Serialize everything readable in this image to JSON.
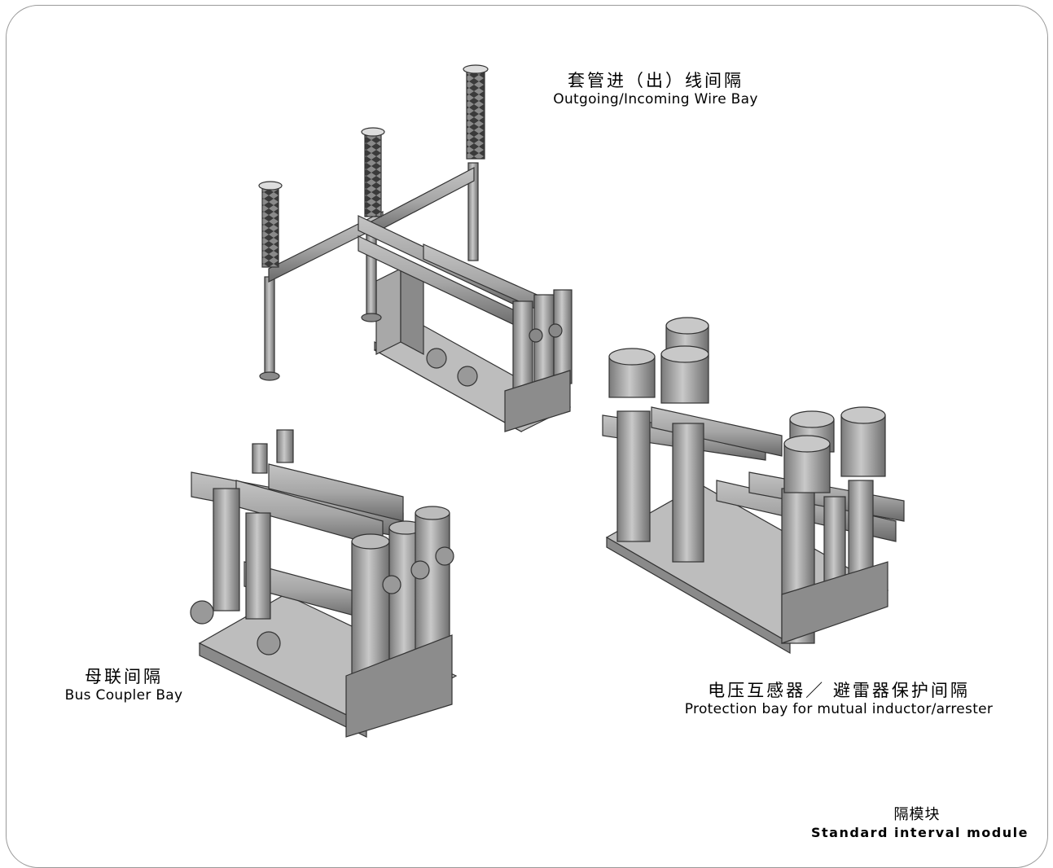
{
  "outgoing_bay": {
    "title_zh": "套管进（出）线间隔",
    "title_en": "Outgoing/Incoming Wire Bay"
  },
  "bus_coupler_bay": {
    "title_zh": "母联间隔",
    "title_en": "Bus Coupler Bay"
  },
  "protection_bay": {
    "title_zh": "电压互感器／ 避雷器保护间隔",
    "title_en": "Protection bay for mutual inductor/arrester"
  },
  "standard_module": {
    "title_zh": "隔模块",
    "title_en": "Standard interval module"
  },
  "colors": {
    "equipment_light": "#b8b8b8",
    "equipment_mid": "#9a9a9a",
    "equipment_dark": "#707070",
    "outline": "#333333"
  }
}
